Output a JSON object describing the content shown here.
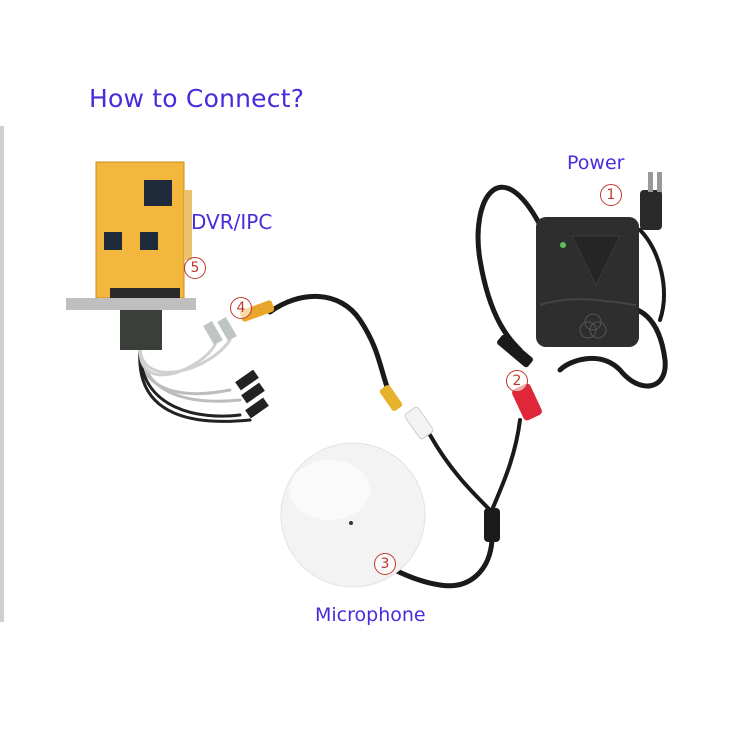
{
  "title": "How to Connect?",
  "labels": {
    "power": "Power",
    "dvr": "DVR/IPC",
    "microphone": "Microphone"
  },
  "steps": {
    "s1": "1",
    "s2": "2",
    "s3": "3",
    "s4": "4",
    "s5": "5"
  },
  "colors": {
    "label_text": "#4a2bdc",
    "step_marker": "#c0392b",
    "pcb": "#f0b43a",
    "adapter": "#2b2b2b",
    "mic": "#f2f2f2",
    "rca_red": "#e0273a"
  }
}
